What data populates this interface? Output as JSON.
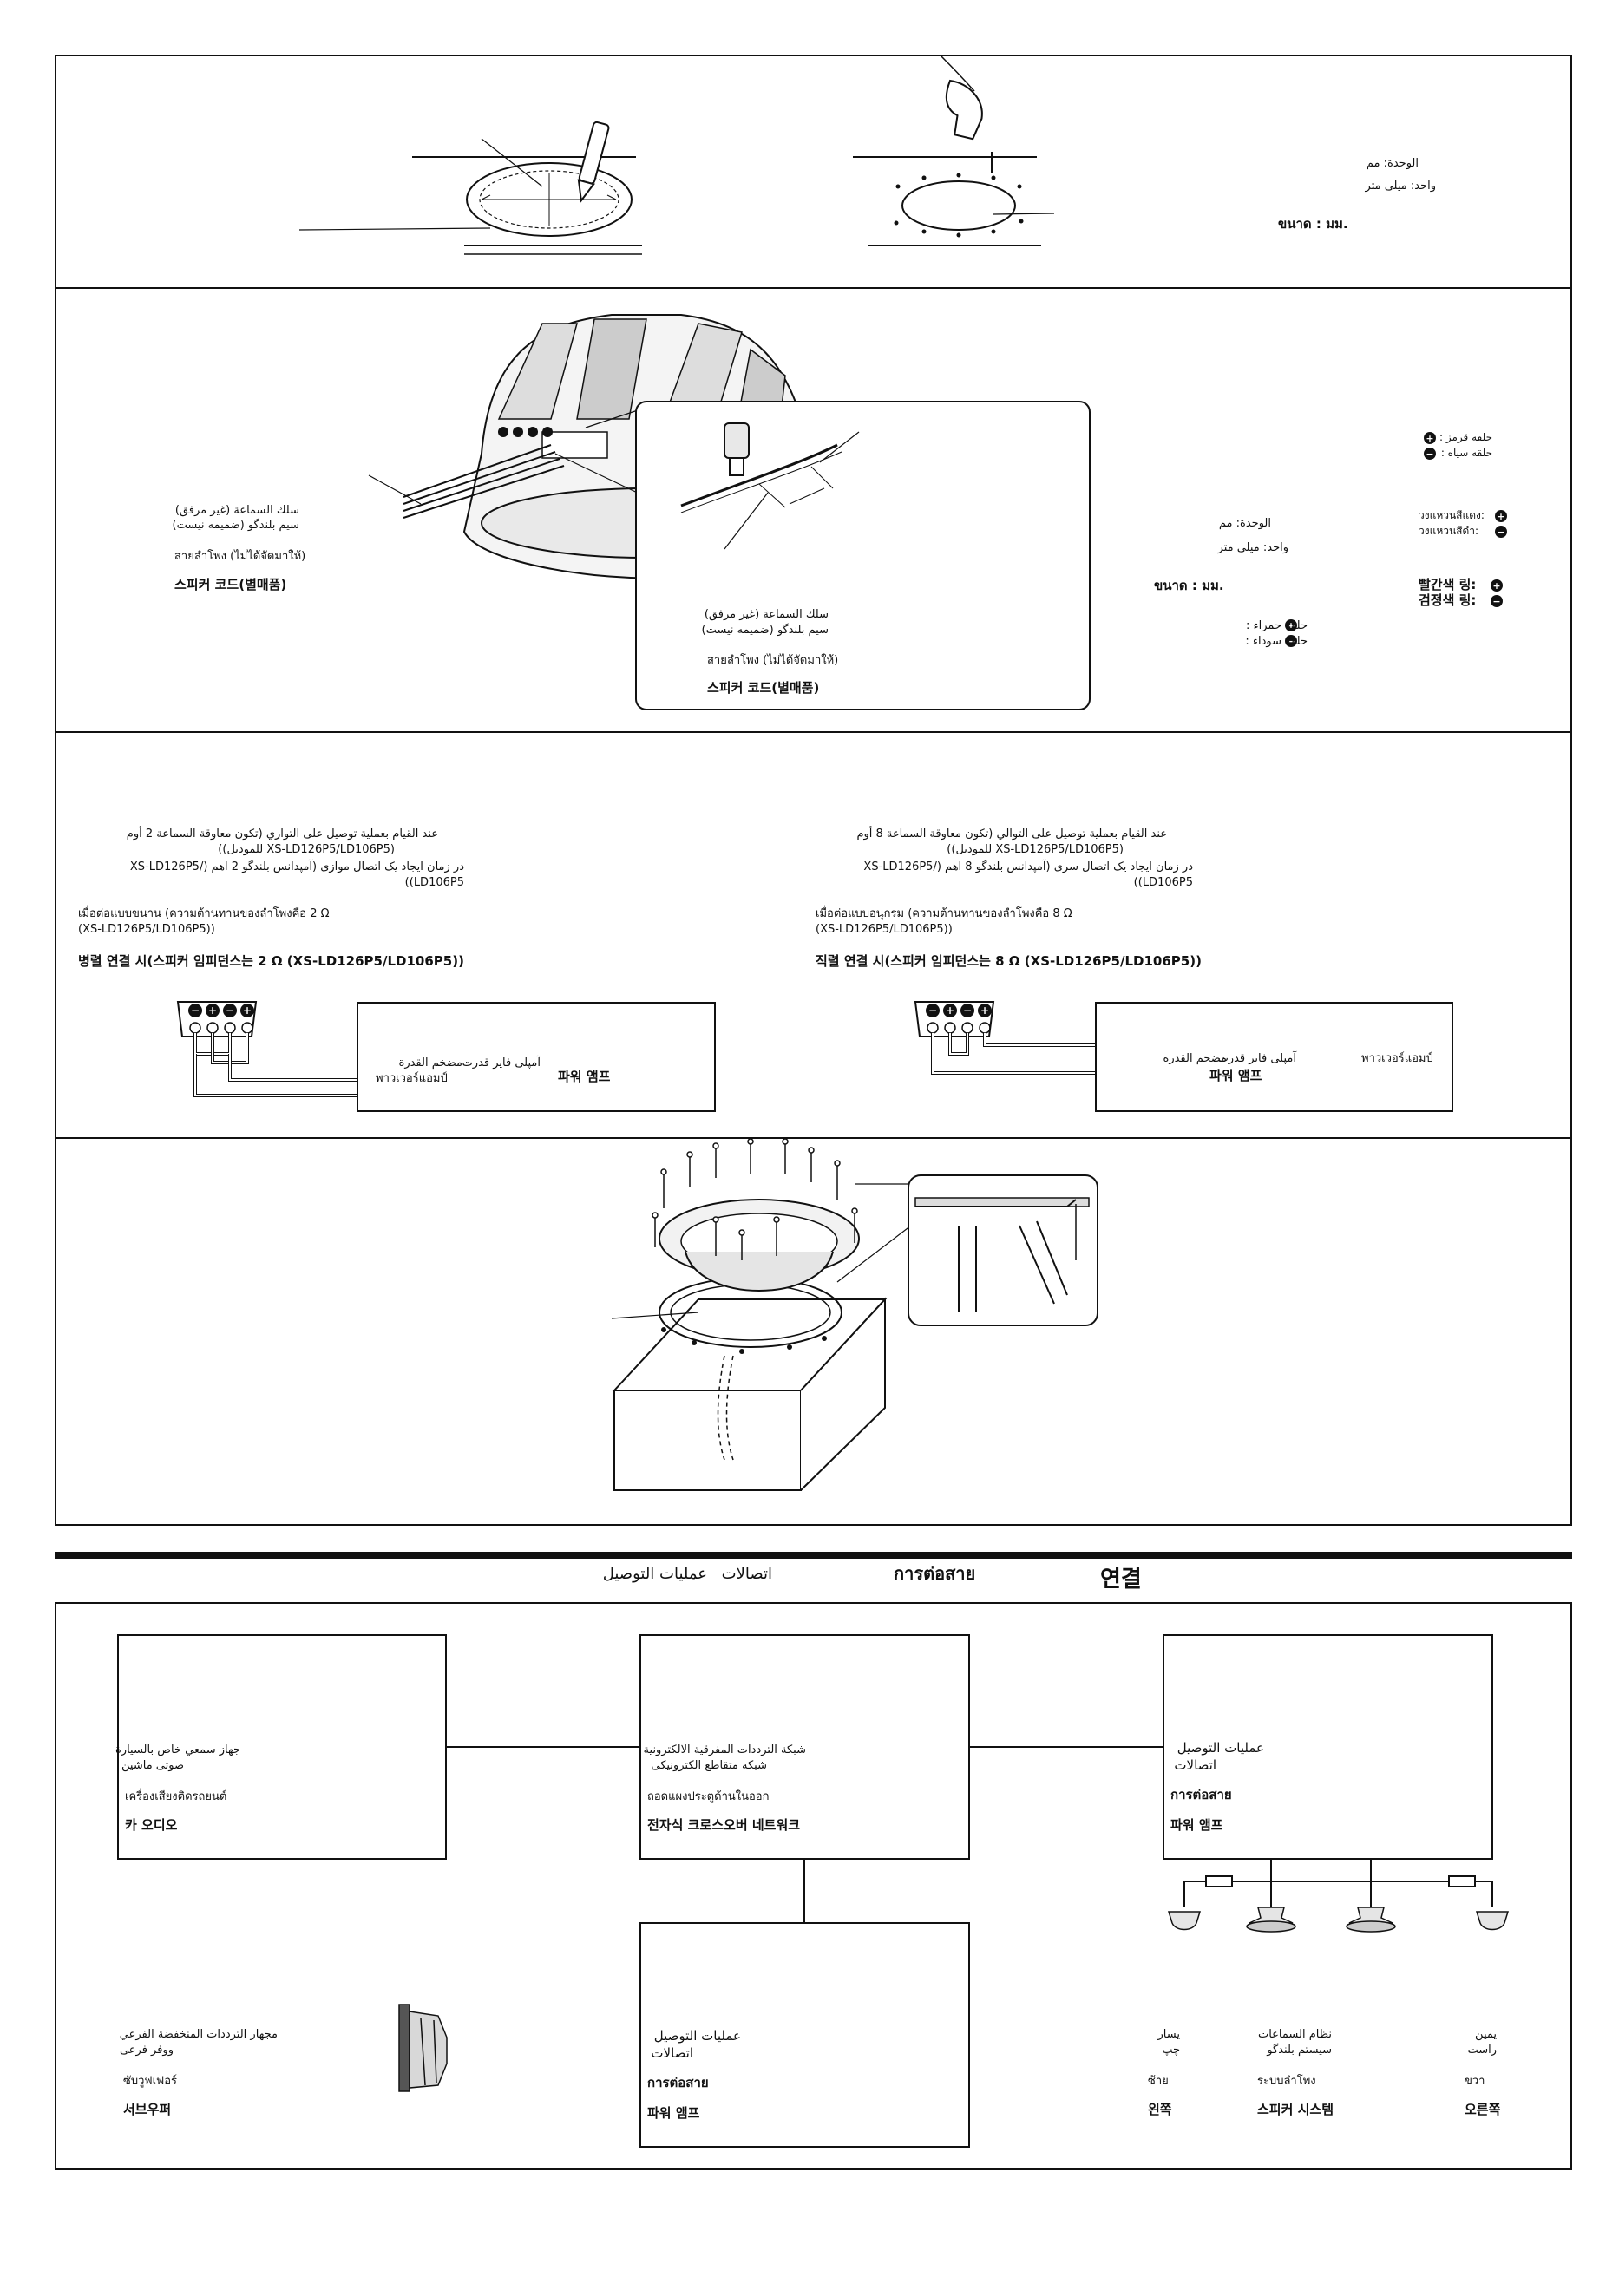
{
  "units_top": {
    "line1": "الوحدة: مم",
    "line2": "واحد: میلی متر",
    "line3": "ขนาด : มม."
  },
  "cable_left": {
    "ar": "سلك السماعة (غير مرفق)",
    "fa": "سیم بلندگو (ضمیمه نیست)",
    "th": "สายลำโพง (ไม่ได้จัดมาให้)",
    "ko": "스피커 코드(별매품)"
  },
  "cable_inset": {
    "ar": "سلك السماعة (غير مرفق)",
    "fa": "سیم بلندگو (ضمیمه نیست)",
    "th": "สายลำโพง (ไม่ได้จัดมาให้)",
    "ko": "스피커 코드(별매품)"
  },
  "units_mid": {
    "line1": "الوحدة: مم",
    "line2": "واحد: میلی متر",
    "line3": "ขนาด : มม."
  },
  "rings_small": {
    "red": "حلقة حمراء :",
    "black": "حلقة سوداء :"
  },
  "rings_right": {
    "ar_red": "حلقه قرمز :",
    "ar_black": "حلقه سیاه :",
    "th_red": "วงแหวนสีแดง:",
    "th_black": "วงแหวนสีดำ:",
    "ko_red": "빨간색 링:",
    "ko_black": "검정색 링:"
  },
  "parallel": {
    "ar1": "عند القيام بعملية توصيل على التوازي (تكون معاوقة السماعة 2 أوم",
    "ar2": "(XS-LD126P5/LD106P5 للموديل))",
    "fa1": "در زمان ایجاد یک اتصال موازی (آمپدانس بلندگو 2 اهم (/XS-LD126P5",
    "fa2": "LD106P5))",
    "th1": "เมื่อต่อแบบขนาน (ความต้านทานของลำโพงคือ 2 Ω",
    "th2": "(XS-LD126P5/LD106P5))",
    "ko": "병렬 연결 시(스피커 임피던스는 2 Ω (XS-LD126P5/LD106P5))",
    "amp_ar": "مضخم القدرة",
    "amp_fa": "آمپلی فایر قدرت",
    "amp_th": "พาวเวอร์แอมป์",
    "amp_ko": "파워 앰프"
  },
  "series": {
    "ar1": "عند القيام بعملية توصيل على التوالي (تكون معاوقة السماعة 8 أوم",
    "ar2": "(XS-LD126P5/LD106P5 للموديل))",
    "fa1": "در زمان ایجاد یک اتصال سری (آمپدانس بلندگو 8 اهم (/XS-LD126P5",
    "fa2": "LD106P5))",
    "th1": "เมื่อต่อแบบอนุกรม (ความต้านทานของลำโพงคือ 8 Ω",
    "th2": "(XS-LD126P5/LD106P5))",
    "ko": "직렬 연결 시(스피커 임피던스는 8 Ω (XS-LD126P5/LD106P5))",
    "amp_ar": "مضخم القدرة",
    "amp_fa": "آمپلی فایر قدرت",
    "amp_th": "พาวเวอร์แอมป์",
    "amp_ko": "파워 앰프"
  },
  "connections_header": {
    "ar": "عمليات التوصيل",
    "fa": "اتصالات",
    "th": "การต่อสาย",
    "ko": "연결"
  },
  "car_audio": {
    "ar": "جهاز سمعي خاص بالسيارة",
    "fa": "صوتی ماشین",
    "th": "เครื่องเสียงติดรถยนต์",
    "ko": "카 오디오"
  },
  "crossover": {
    "ar": "شبكة الترددات المفرقية الالكترونية",
    "fa": "شبکه متقاطع الکترونیکی",
    "th": "ถอดแผงประตูด้านในออก",
    "ko": "전자식 크로스오버 네트워크"
  },
  "amp_right": {
    "ar": "عمليات التوصيل",
    "fa": "اتصالات",
    "th": "การต่อสาย",
    "ko": "파워 앰프"
  },
  "amp_bottom": {
    "ar": "عمليات التوصيل",
    "fa": "اتصالات",
    "th": "การต่อสาย",
    "ko": "파워 앰프"
  },
  "subwoofer": {
    "ar": "مجهار الترددات المنخفضة الفرعي",
    "fa": "ووفر فرعی",
    "th": "ซับวูฟเฟอร์",
    "ko": "서브우퍼"
  },
  "speaker_system": {
    "left_ar": "يسار",
    "left_fa": "چپ",
    "left_th": "ซ้าย",
    "left_ko": "왼쪽",
    "sys_ar": "نظام السماعات",
    "sys_fa": "سیستم بلندگو",
    "sys_th": "ระบบลำโพง",
    "sys_ko": "스피커 시스템",
    "right_ar": "يمين",
    "right_fa": "راست",
    "right_th": "ขวา",
    "right_ko": "오른쪽"
  }
}
